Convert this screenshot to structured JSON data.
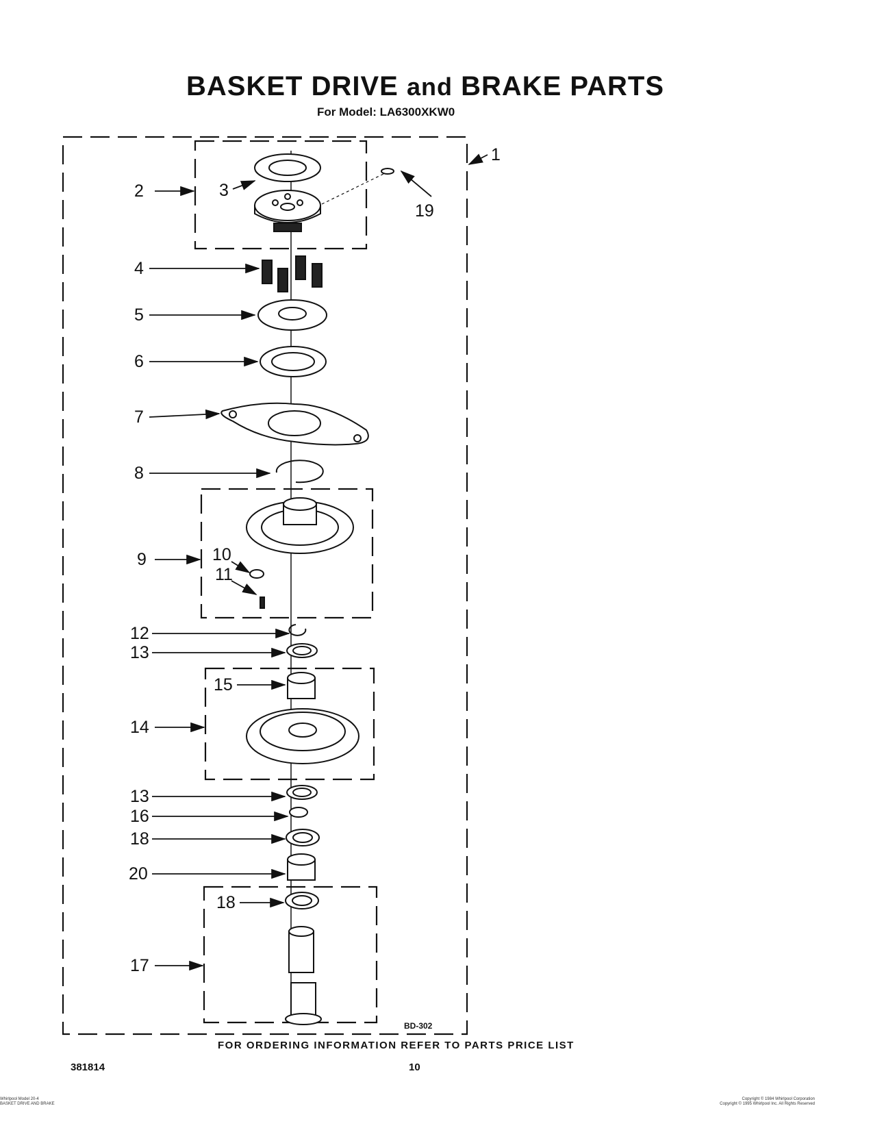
{
  "header": {
    "title_part1": "BASKET DRIVE",
    "title_and": "and",
    "title_part2": "BRAKE PARTS",
    "subtitle": "For Model: LA6300XKW0"
  },
  "callouts": {
    "c1": "1",
    "c2": "2",
    "c3": "3",
    "c4": "4",
    "c5": "5",
    "c6": "6",
    "c7": "7",
    "c8": "8",
    "c9": "9",
    "c10": "10",
    "c11": "11",
    "c12": "12",
    "c13a": "13",
    "c13b": "13",
    "c14": "14",
    "c15": "15",
    "c16": "16",
    "c17": "17",
    "c18a": "18",
    "c18b": "18",
    "c19": "19",
    "c20": "20"
  },
  "diagram_code": "BD-302",
  "footer": {
    "ordering_note": "FOR ORDERING INFORMATION REFER TO PARTS PRICE LIST",
    "doc_number": "381814",
    "page_number": "10",
    "left_small_1": "Whirlpool Model 20-4",
    "left_small_2": "BASKET DRIVE AND BRAKE",
    "right_small_1": "Copyright © 1984 Whirlpool Corporation",
    "right_small_2": "Copyright © 1995 Whirlpool Inc. All Rights Reserved"
  }
}
